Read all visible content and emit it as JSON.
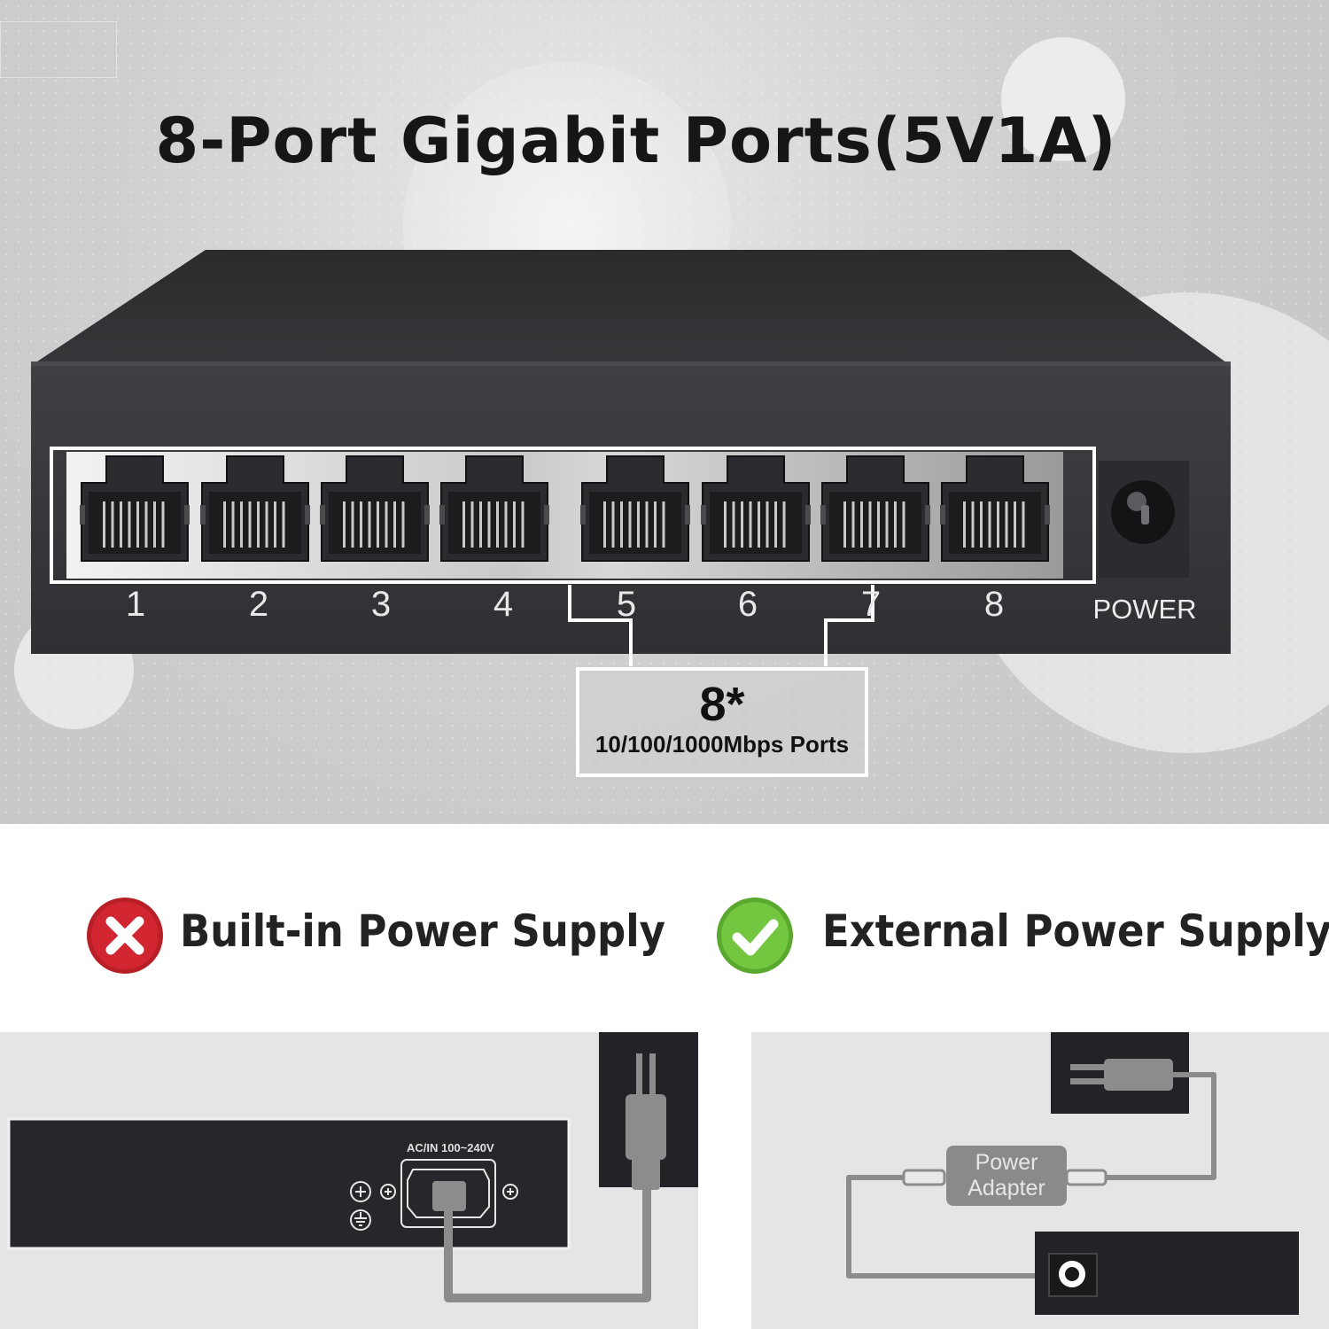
{
  "header": {
    "title": "8-Port Gigabit Ports(5V1A)"
  },
  "switch_front": {
    "port_labels": [
      "1",
      "2",
      "3",
      "4",
      "5",
      "6",
      "7",
      "8"
    ],
    "power_label": "POWER"
  },
  "callout": {
    "count": "8*",
    "description": "10/100/1000Mbps Ports"
  },
  "comparison": {
    "bad": {
      "label": "Built-in Power Supply",
      "icon": "cross-icon",
      "color": "#c8222b"
    },
    "good": {
      "label": "External Power Supply",
      "icon": "check-icon",
      "color": "#6cc13a"
    }
  },
  "builtin_panel": {
    "ac_label": "AC/IN 100~240V"
  },
  "external_panel": {
    "adapter_line1": "Power",
    "adapter_line2": "Adapter"
  }
}
